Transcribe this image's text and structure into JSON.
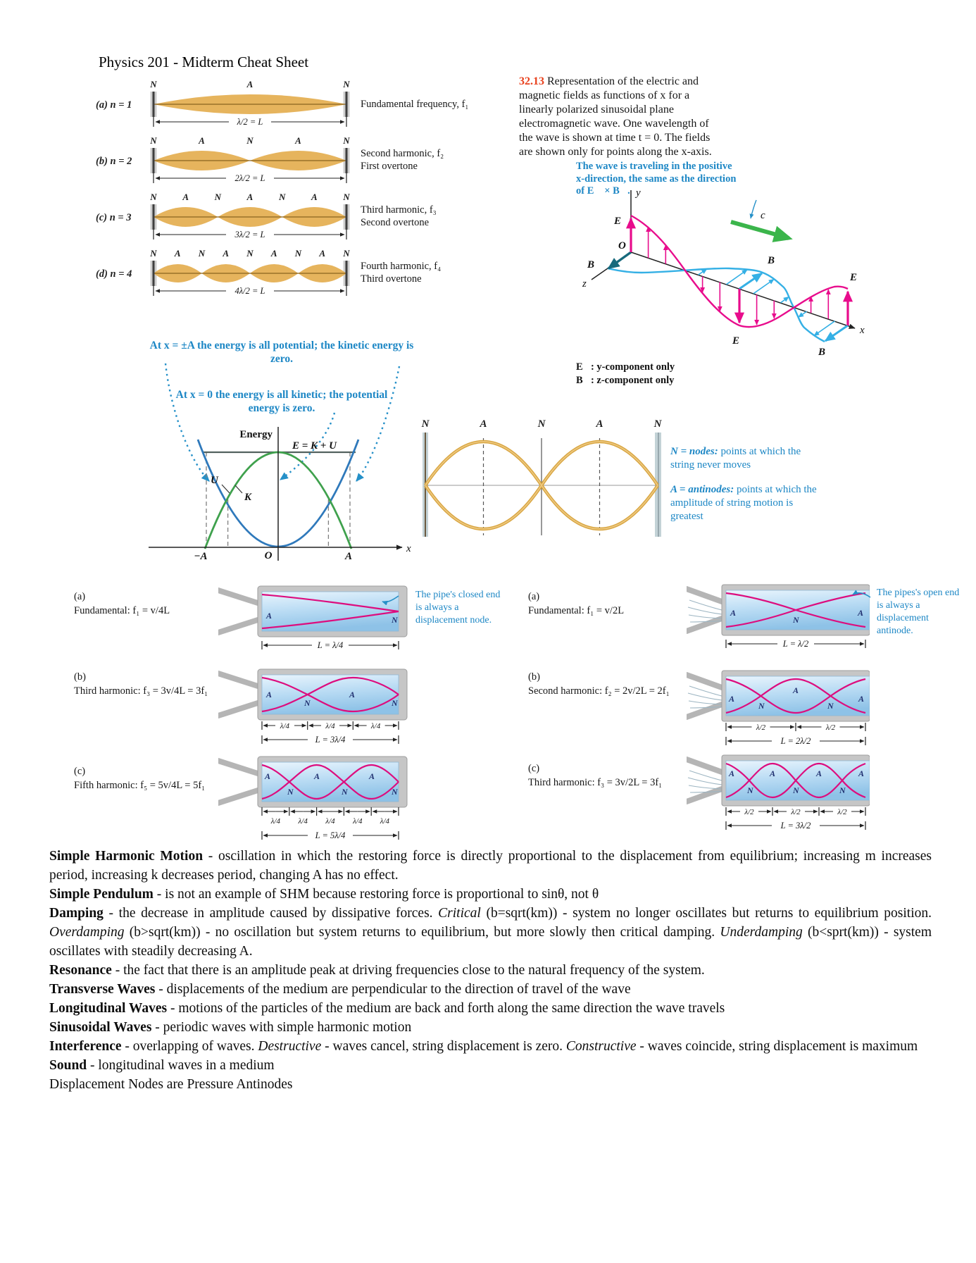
{
  "title": "Physics 201 - Midterm Cheat Sheet",
  "string_figure": {
    "rows": [
      {
        "label": "(a) n = 1",
        "letters": [
          "N",
          "A",
          "N"
        ],
        "dim": "λ/2 = L",
        "caption1": "Fundamental frequency, f₁",
        "caption2": ""
      },
      {
        "label": "(b) n = 2",
        "letters": [
          "N",
          "A",
          "N",
          "A",
          "N"
        ],
        "dim": "2λ/2 = L",
        "caption1": "Second harmonic, f₂",
        "caption2": "First overtone"
      },
      {
        "label": "(c) n = 3",
        "letters": [
          "N",
          "A",
          "N",
          "A",
          "N",
          "A",
          "N"
        ],
        "dim": "3λ/2 = L",
        "caption1": "Third harmonic, f₃",
        "caption2": "Second overtone"
      },
      {
        "label": "(d) n = 4",
        "letters": [
          "N",
          "A",
          "N",
          "A",
          "N",
          "A",
          "N",
          "A",
          "N"
        ],
        "dim": "4λ/2 = L",
        "caption1": "Fourth harmonic, f₄",
        "caption2": "Third overtone"
      }
    ]
  },
  "em_figure": {
    "number": "32.13",
    "caption": "Representation of the electric and magnetic fields as functions of x for a linearly polarized sinusoidal plane electromagnetic wave. One wavelength of the wave is shown at time t = 0. The fields are shown only for points along the x-axis.",
    "annotation": "The wave is traveling in the positive x-direction, the same as the direction of E⃗ × B⃗.",
    "axis_y": "y",
    "axis_z": "z",
    "axis_x": "x",
    "origin": "O",
    "speed": "c",
    "e_label": "E⃗",
    "b_label": "B⃗",
    "footnote_e": "E⃗: y-component only",
    "footnote_b": "B⃗: z-component only"
  },
  "energy_figure": {
    "note1": "At x = ±A the energy is all potential; the kinetic energy is zero.",
    "note2": "At x = 0 the energy is all kinetic; the potential energy is zero.",
    "axis_label": "Energy",
    "equation": "E = K + U",
    "u_label": "U",
    "k_label": "K",
    "x_neg": "−A",
    "origin": "O",
    "x_pos": "A",
    "x_axis": "x"
  },
  "standing_wave_figure": {
    "letters": [
      "N",
      "A",
      "N",
      "A",
      "N"
    ],
    "node_term": "N = nodes:",
    "node_text": " points at which the string never moves",
    "antinode_term": "A = antinodes:",
    "antinode_text": " points at which the amplitude of string motion is greatest"
  },
  "pipes": {
    "closed_note": "The pipe's closed end is always a displacement node.",
    "open_note": "The pipes's open end is always a displacement antinode.",
    "closed": [
      {
        "tag": "(a)",
        "formula": "Fundamental: f₁ = v/4L",
        "letters": [
          "A",
          "N"
        ],
        "dim": "L = λ/4",
        "segs": []
      },
      {
        "tag": "(b)",
        "formula": "Third harmonic: f₃ = 3v/4L = 3f₁",
        "letters": [
          "A",
          "N",
          "A",
          "N"
        ],
        "dim": "L = 3λ/4",
        "segs": [
          "λ/4",
          "λ/4",
          "λ/4"
        ]
      },
      {
        "tag": "(c)",
        "formula": "Fifth harmonic: f₅ = 5v/4L = 5f₁",
        "letters": [
          "A",
          "N",
          "A",
          "N",
          "A",
          "N"
        ],
        "dim": "L = 5λ/4",
        "segs": [
          "λ/4",
          "λ/4",
          "λ/4",
          "λ/4",
          "λ/4"
        ]
      }
    ],
    "open": [
      {
        "tag": "(a)",
        "formula": "Fundamental: f₁ = v/2L",
        "letters": [
          "A",
          "N",
          "A"
        ],
        "dim": "L = λ/2",
        "segs": []
      },
      {
        "tag": "(b)",
        "formula": "Second harmonic: f₂ = 2v/2L = 2f₁",
        "letters": [
          "A",
          "N",
          "A",
          "N",
          "A"
        ],
        "dim": "L = 2λ/2",
        "segs": [
          "λ/2",
          "λ/2"
        ]
      },
      {
        "tag": "(c)",
        "formula": "Third harmonic: f₃ = 3v/2L = 3f₁",
        "letters": [
          "A",
          "N",
          "A",
          "N",
          "A",
          "N",
          "A"
        ],
        "dim": "L = 3λ/2",
        "segs": [
          "λ/2",
          "λ/2",
          "λ/2"
        ]
      }
    ]
  },
  "definitions": {
    "shm": {
      "term": "Simple Harmonic Motion",
      "body": " - oscillation in which the restoring force is directly proportional to the displacement from equilibrium; increasing m increases period, increasing k decreases period, changing A has no effect."
    },
    "pendulum": {
      "term": "Simple Pendulum",
      "body": " - is not an example of SHM because restoring force is proportional to sinθ, not θ"
    },
    "damping": {
      "term": "Damping",
      "p1": " - the decrease in amplitude caused by dissipative forces. ",
      "i1": "Critical",
      "p2": " (b=sqrt(km)) - system no longer oscillates but returns to equilibrium position. ",
      "i2": "Overdamping",
      "p3": " (b>sqrt(km)) - no oscillation but system returns to equilibrium, but more slowly then critical damping. ",
      "i3": "Underdamping",
      "p4": " (b<sprt(km)) - system oscillates with steadily decreasing A."
    },
    "resonance": {
      "term": "Resonance",
      "body": " - the fact that there is an amplitude peak at driving frequencies close to the natural frequency of the system."
    },
    "transverse": {
      "term": "Transverse Waves",
      "body": " - displacements of the medium are perpendicular to the direction of travel of the wave"
    },
    "longitudinal": {
      "term": "Longitudinal Waves",
      "body": " - motions of the particles of the medium are back and forth along the same direction the wave travels"
    },
    "sinusoidal": {
      "term": "Sinusoidal Waves",
      "body": " - periodic waves with simple harmonic motion"
    },
    "interference": {
      "term": "Interference",
      "p1": " - overlapping of waves. ",
      "i1": "Destructive",
      "p2": " - waves cancel, string displacement is zero. ",
      "i2": "Constructive",
      "p3": " - waves coincide, string displacement is maximum"
    },
    "sound": {
      "term": "Sound",
      "body": " - longitudinal waves in a medium"
    },
    "closing": {
      "body": "Displacement Nodes are Pressure Antinodes"
    }
  }
}
